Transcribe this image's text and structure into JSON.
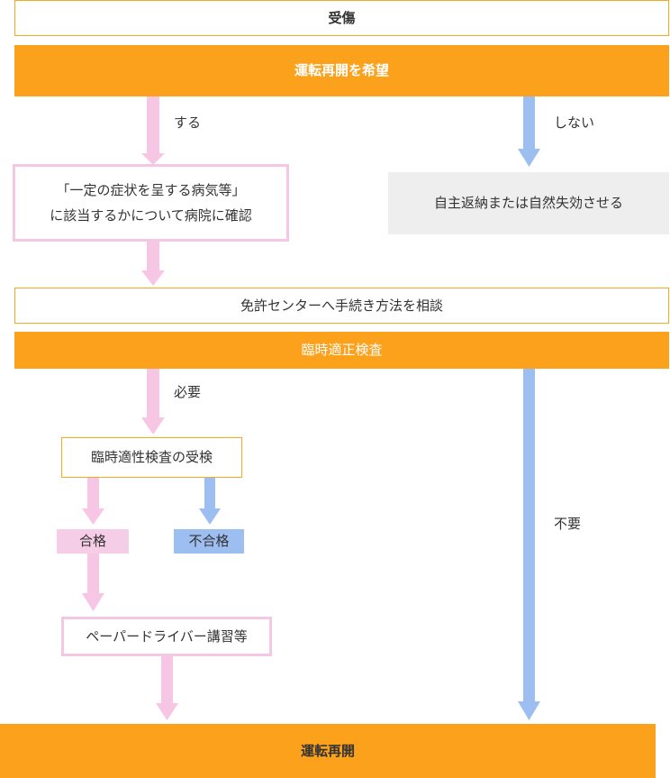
{
  "nodes": {
    "injury": "受傷",
    "wish_resume": "運転再開を希望",
    "consult_hospital_line1": "「一定の症状を呈する病気等」",
    "consult_hospital_line2": "に該当するかについて病院に確認",
    "voluntary_return": "自主返納または自然失効させる",
    "consult_license_center": "免許センターへ手続き方法を相談",
    "temporary_test": "臨時適正検査",
    "take_test": "臨時適性検査の受検",
    "pass": "合格",
    "fail": "不合格",
    "paper_driver": "ペーパードライバー講習等",
    "resume_driving": "運転再開"
  },
  "edge_labels": {
    "yes": "する",
    "no": "しない",
    "required": "必要",
    "not_required": "不要"
  },
  "colors": {
    "orange": "#fca11c",
    "pink": "#f4c8e4",
    "blue": "#9dbef0",
    "gray": "#eeeeee"
  }
}
